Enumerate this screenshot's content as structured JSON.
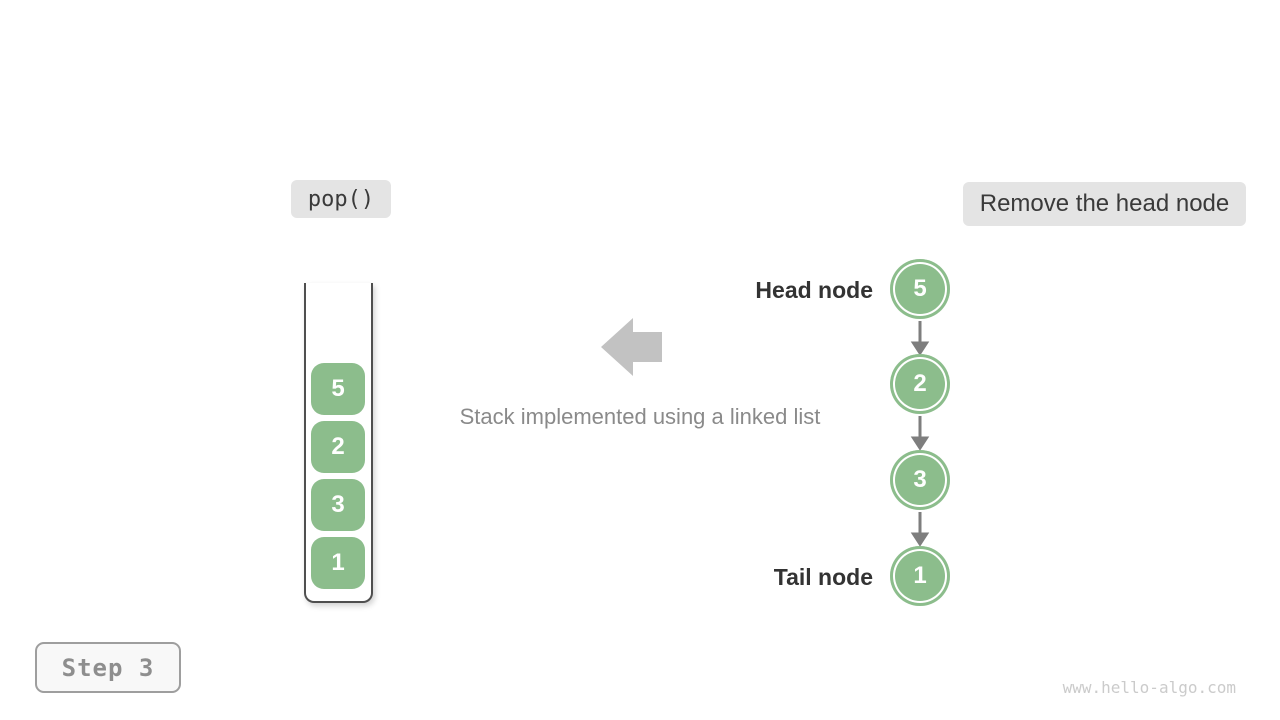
{
  "operation_label": "pop()",
  "action_label": "Remove the head node",
  "caption": "Stack implemented using a linked list",
  "stack": {
    "items": [
      "5",
      "2",
      "3",
      "1"
    ]
  },
  "linked_list": {
    "head_label": "Head node",
    "tail_label": "Tail node",
    "nodes": [
      "5",
      "2",
      "3",
      "1"
    ]
  },
  "step_label": "Step 3",
  "watermark": "www.hello-algo.com",
  "colors": {
    "node_green": "#8CBD8C",
    "label_background": "#E4E4E4",
    "block_arrow_gray": "#C2C2C2",
    "connector_gray": "#7E7E7E",
    "dark_text": "#333333",
    "caption_gray": "#8A8A8A",
    "container_border": "#4F4F4F"
  }
}
